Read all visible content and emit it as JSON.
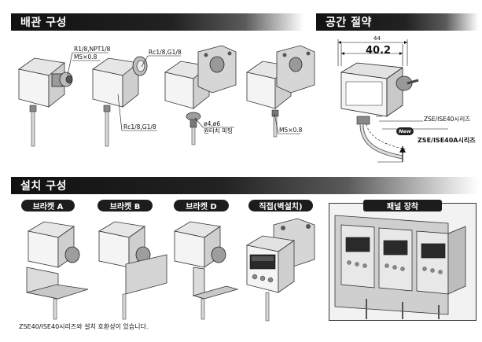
{
  "sections": {
    "piping": {
      "title": "배관 구성"
    },
    "space": {
      "title": "공간 절약"
    },
    "mounting": {
      "title": "설치 구성"
    }
  },
  "piping_labels": {
    "r18_npt18": "R1/8,NPT1/8",
    "m5_a": "M5×0.8",
    "rc18_g18_top": "Rc1/8,G1/8",
    "rc18_g18_bottom": "Rc1/8,G1/8",
    "one_touch_size": "ø4,ø6",
    "one_touch_name": "원터치 피팅",
    "m5_b": "M5×0.8"
  },
  "space_labels": {
    "width_total": "44",
    "width_body": "40.2",
    "series_old": "ZSE/ISE40시리즈",
    "new_badge": "New",
    "series_new": "ZSE/ISE40A시리즈"
  },
  "mount_labels": {
    "bracket_a": "브라켓 A",
    "bracket_b": "브라켓 B",
    "bracket_d": "브라켓 D",
    "direct": "직접(벽설치)",
    "panel": "패널 장착"
  },
  "note": "ZSE40/ISE40시리즈와 설치 호환성이 있습니다."
}
